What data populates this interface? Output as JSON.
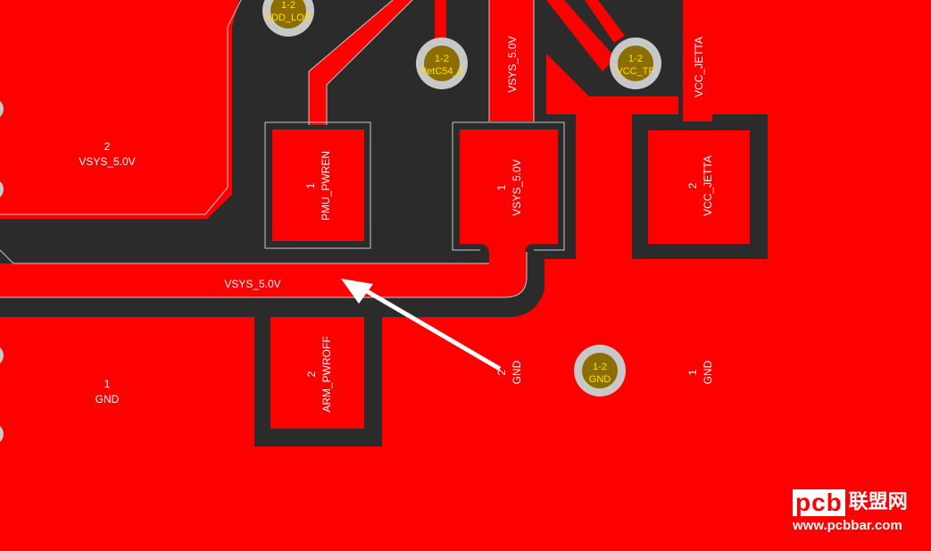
{
  "colors": {
    "copper": "#ff0000",
    "clearance": "#2b2b2b",
    "via_ring": "#c8c8c8",
    "via_hole": "#8c6d00",
    "via_text": "#ffe000",
    "label": "#ffffff",
    "outline": "#c8c8c8",
    "arrow": "#ffffff"
  },
  "vias": [
    {
      "id": "vdd-log",
      "pads": "1-2",
      "net": "VDD_LOG"
    },
    {
      "id": "netc54",
      "pads": "1-2",
      "net": "NetC54_1"
    },
    {
      "id": "vcc-tp",
      "pads": "1-2",
      "net": "VCC_TP"
    },
    {
      "id": "gnd",
      "pads": "1-2",
      "net": "GND"
    }
  ],
  "pads": {
    "pmu": {
      "number": "1",
      "net": "PMU_PWREN"
    },
    "vsys": {
      "number": "1",
      "net": "VSYS_5.0V"
    },
    "vcc_jetta": {
      "number": "2",
      "net": "VCC_JETTA"
    },
    "arm": {
      "number": "2",
      "net": "ARM_PWROFF"
    },
    "gnd_a": {
      "number": "2",
      "net": "GND"
    },
    "gnd_b": {
      "number": "1",
      "net": "GND"
    }
  },
  "regions": {
    "left_top": {
      "number": "2",
      "net": "VSYS_5.0V"
    },
    "left_bottom": {
      "number": "1",
      "net": "GND"
    }
  },
  "traces": {
    "vsys_horizontal": "VSYS_5.0V",
    "vsys_vertical": "VSYS_5.0V",
    "vcc_jetta_vertical": "VCC_JETTA"
  },
  "watermark": {
    "logo": "pcb",
    "name": "联盟网",
    "url": "www.pcbbar.com"
  }
}
